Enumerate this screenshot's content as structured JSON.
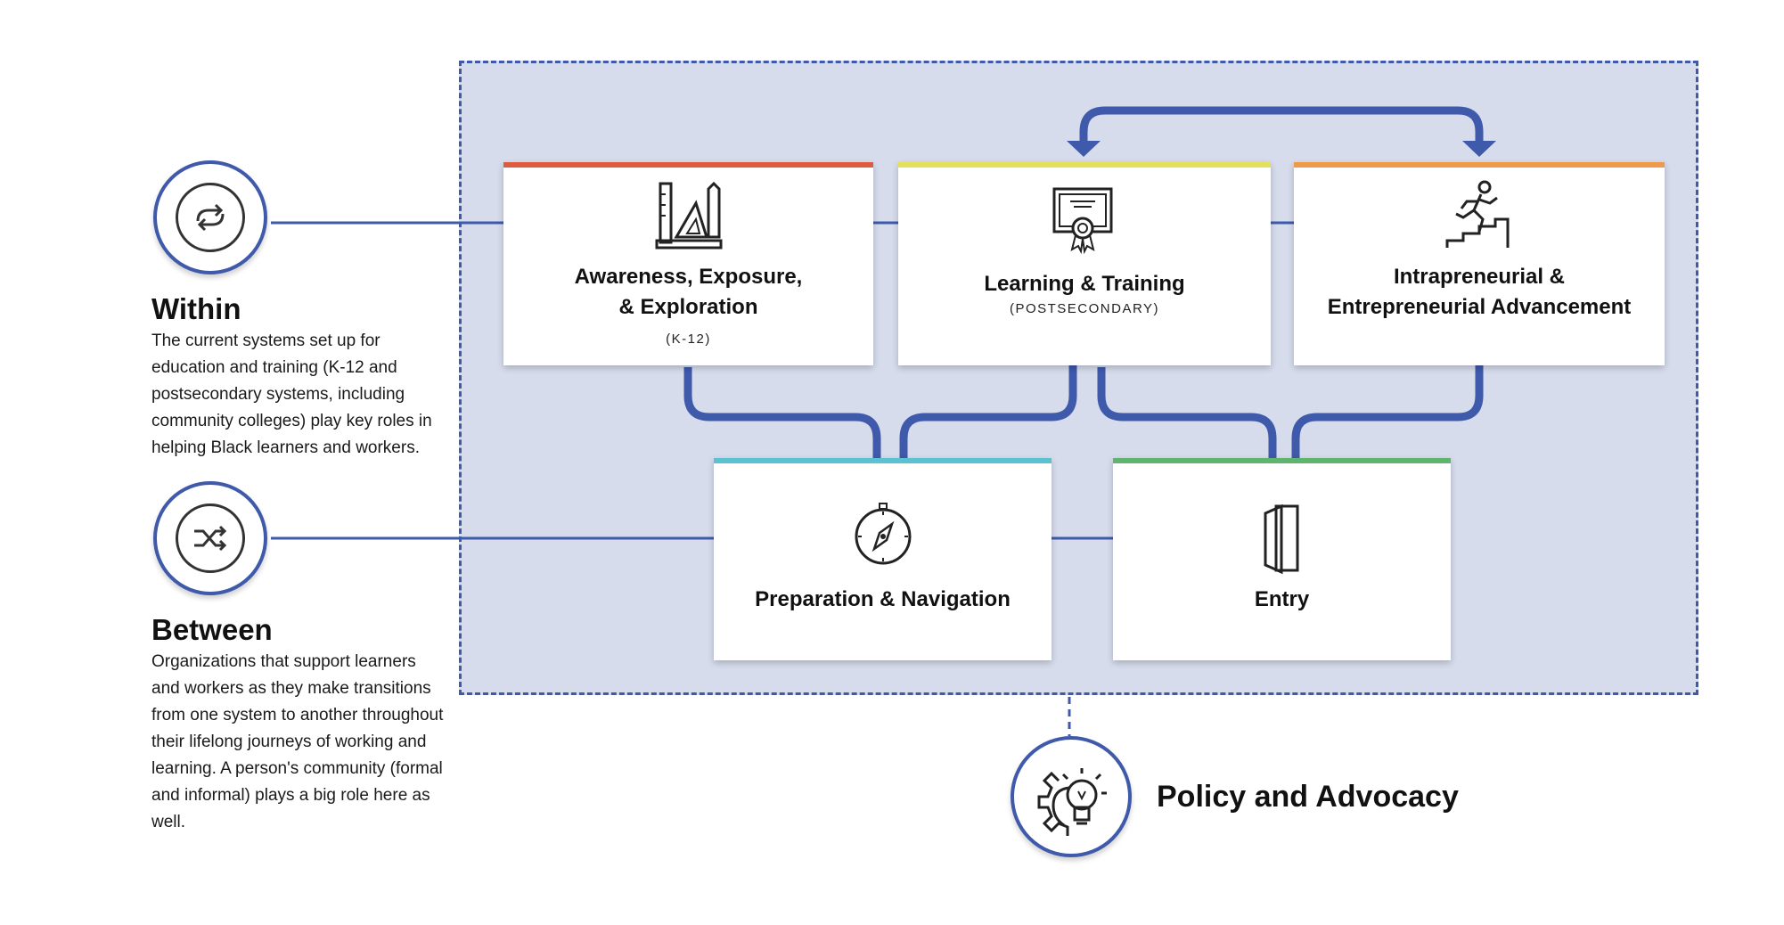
{
  "within": {
    "heading": "Within",
    "body": "The current systems set up for education and training (K-12 and postsecondary systems, including community colleges) play key roles in helping Black learners and workers."
  },
  "between": {
    "heading": "Between",
    "body": "Organizations that support learners and workers as they make transitions from one system to another throughout their lifelong journeys of working and learning. A person's community (formal and informal) plays a big role here as well."
  },
  "stages": {
    "awareness": {
      "title_line1": "Awareness, Exposure,",
      "title_line2": "& Exploration",
      "sub": "(K-12)",
      "accent": "#e05a3f"
    },
    "learning": {
      "title": "Learning & Training",
      "sub": "(POSTSECONDARY)",
      "accent": "#e4e05a"
    },
    "intrapreneurial": {
      "title_line1": "Intrapreneurial &",
      "title_line2": "Entrepreneurial Advancement",
      "accent": "#ef9a48"
    },
    "preparation": {
      "title": "Preparation & Navigation",
      "accent": "#5bc2d2"
    },
    "entry": {
      "title": "Entry",
      "accent": "#5fb56d"
    }
  },
  "policy": {
    "label": "Policy and Advocacy"
  },
  "colors": {
    "arrow": "#3f59ab",
    "region_fill": "#d6dcec",
    "connector": "#3f59ab"
  },
  "icons": {
    "within": "cycle-arrows-icon",
    "between": "shuffle-icon",
    "awareness": "drafting-tools-icon",
    "learning": "certificate-icon",
    "intrapreneurial": "person-climbing-stairs-icon",
    "preparation": "compass-icon",
    "entry": "door-icon",
    "policy": "gear-lightbulb-icon"
  }
}
